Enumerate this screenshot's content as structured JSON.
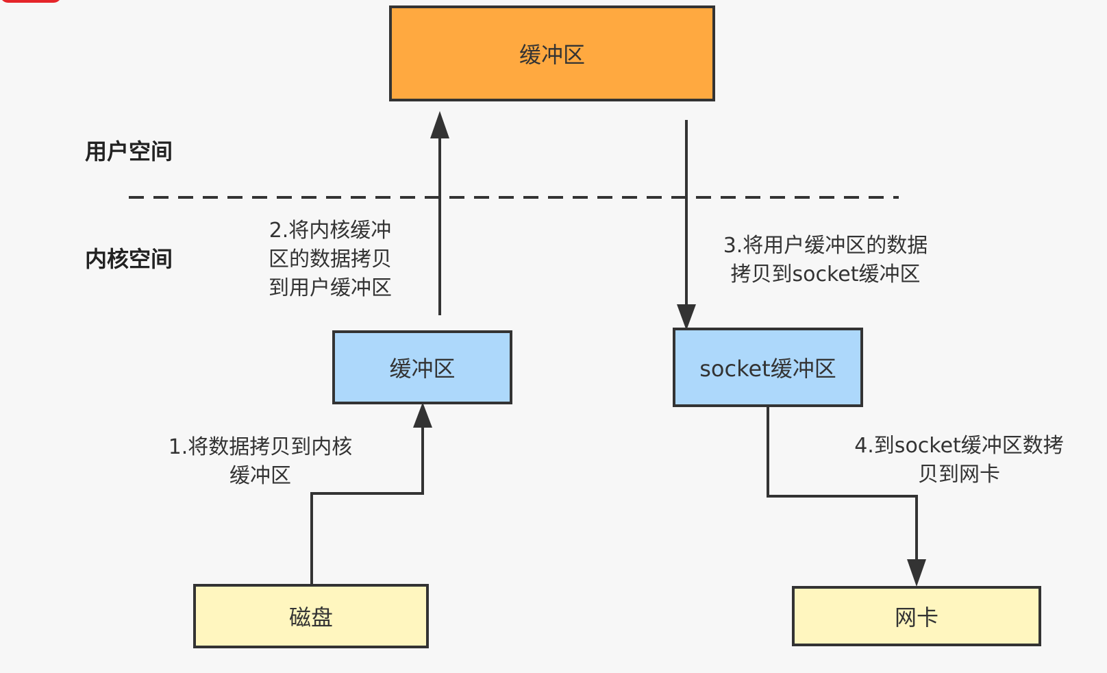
{
  "zones": {
    "user_space": "用户空间",
    "kernel_space": "内核空间"
  },
  "boxes": {
    "user_buffer": "缓冲区",
    "kernel_buffer": "缓冲区",
    "socket_buffer": "socket缓冲区",
    "disk": "磁盘",
    "nic": "网卡"
  },
  "steps": {
    "step1": [
      "1.将数据拷贝到内核",
      "缓冲区"
    ],
    "step2": [
      "2.将内核缓冲",
      "区的数据拷贝",
      "到用户缓冲区"
    ],
    "step3": [
      "3.将用户缓冲区的数据",
      "拷贝到socket缓冲区"
    ],
    "step4": [
      "4.到socket缓冲区数拷",
      "贝到网卡"
    ]
  },
  "colors": {
    "user_buffer": "#ffa940",
    "kernel_buffers": "#add8fb",
    "devices": "#fff6bf",
    "stroke": "#333333"
  }
}
